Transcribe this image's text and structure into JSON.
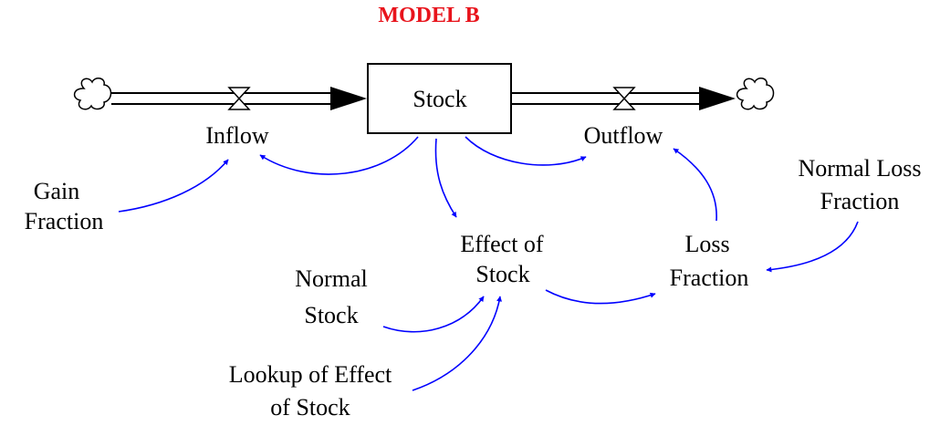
{
  "title": "MODEL B",
  "colors": {
    "title": "#e8141c",
    "link": "#0000ff",
    "pipe": "#000000",
    "background": "#ffffff"
  },
  "nodes": {
    "stock": "Stock",
    "inflow": "Inflow",
    "outflow": "Outflow",
    "gain_fraction": [
      "Gain",
      "Fraction"
    ],
    "effect_of_stock": [
      "Effect of",
      "Stock"
    ],
    "loss_fraction": [
      "Loss",
      "Fraction"
    ],
    "normal_loss_fraction": [
      "Normal Loss",
      "Fraction"
    ],
    "normal_stock": [
      "Normal",
      "Stock"
    ],
    "lookup_effect": [
      "Lookup of Effect",
      "of Stock"
    ]
  },
  "icons": {
    "source": "cloud-icon",
    "sink": "cloud-icon",
    "valve": "valve-icon"
  }
}
